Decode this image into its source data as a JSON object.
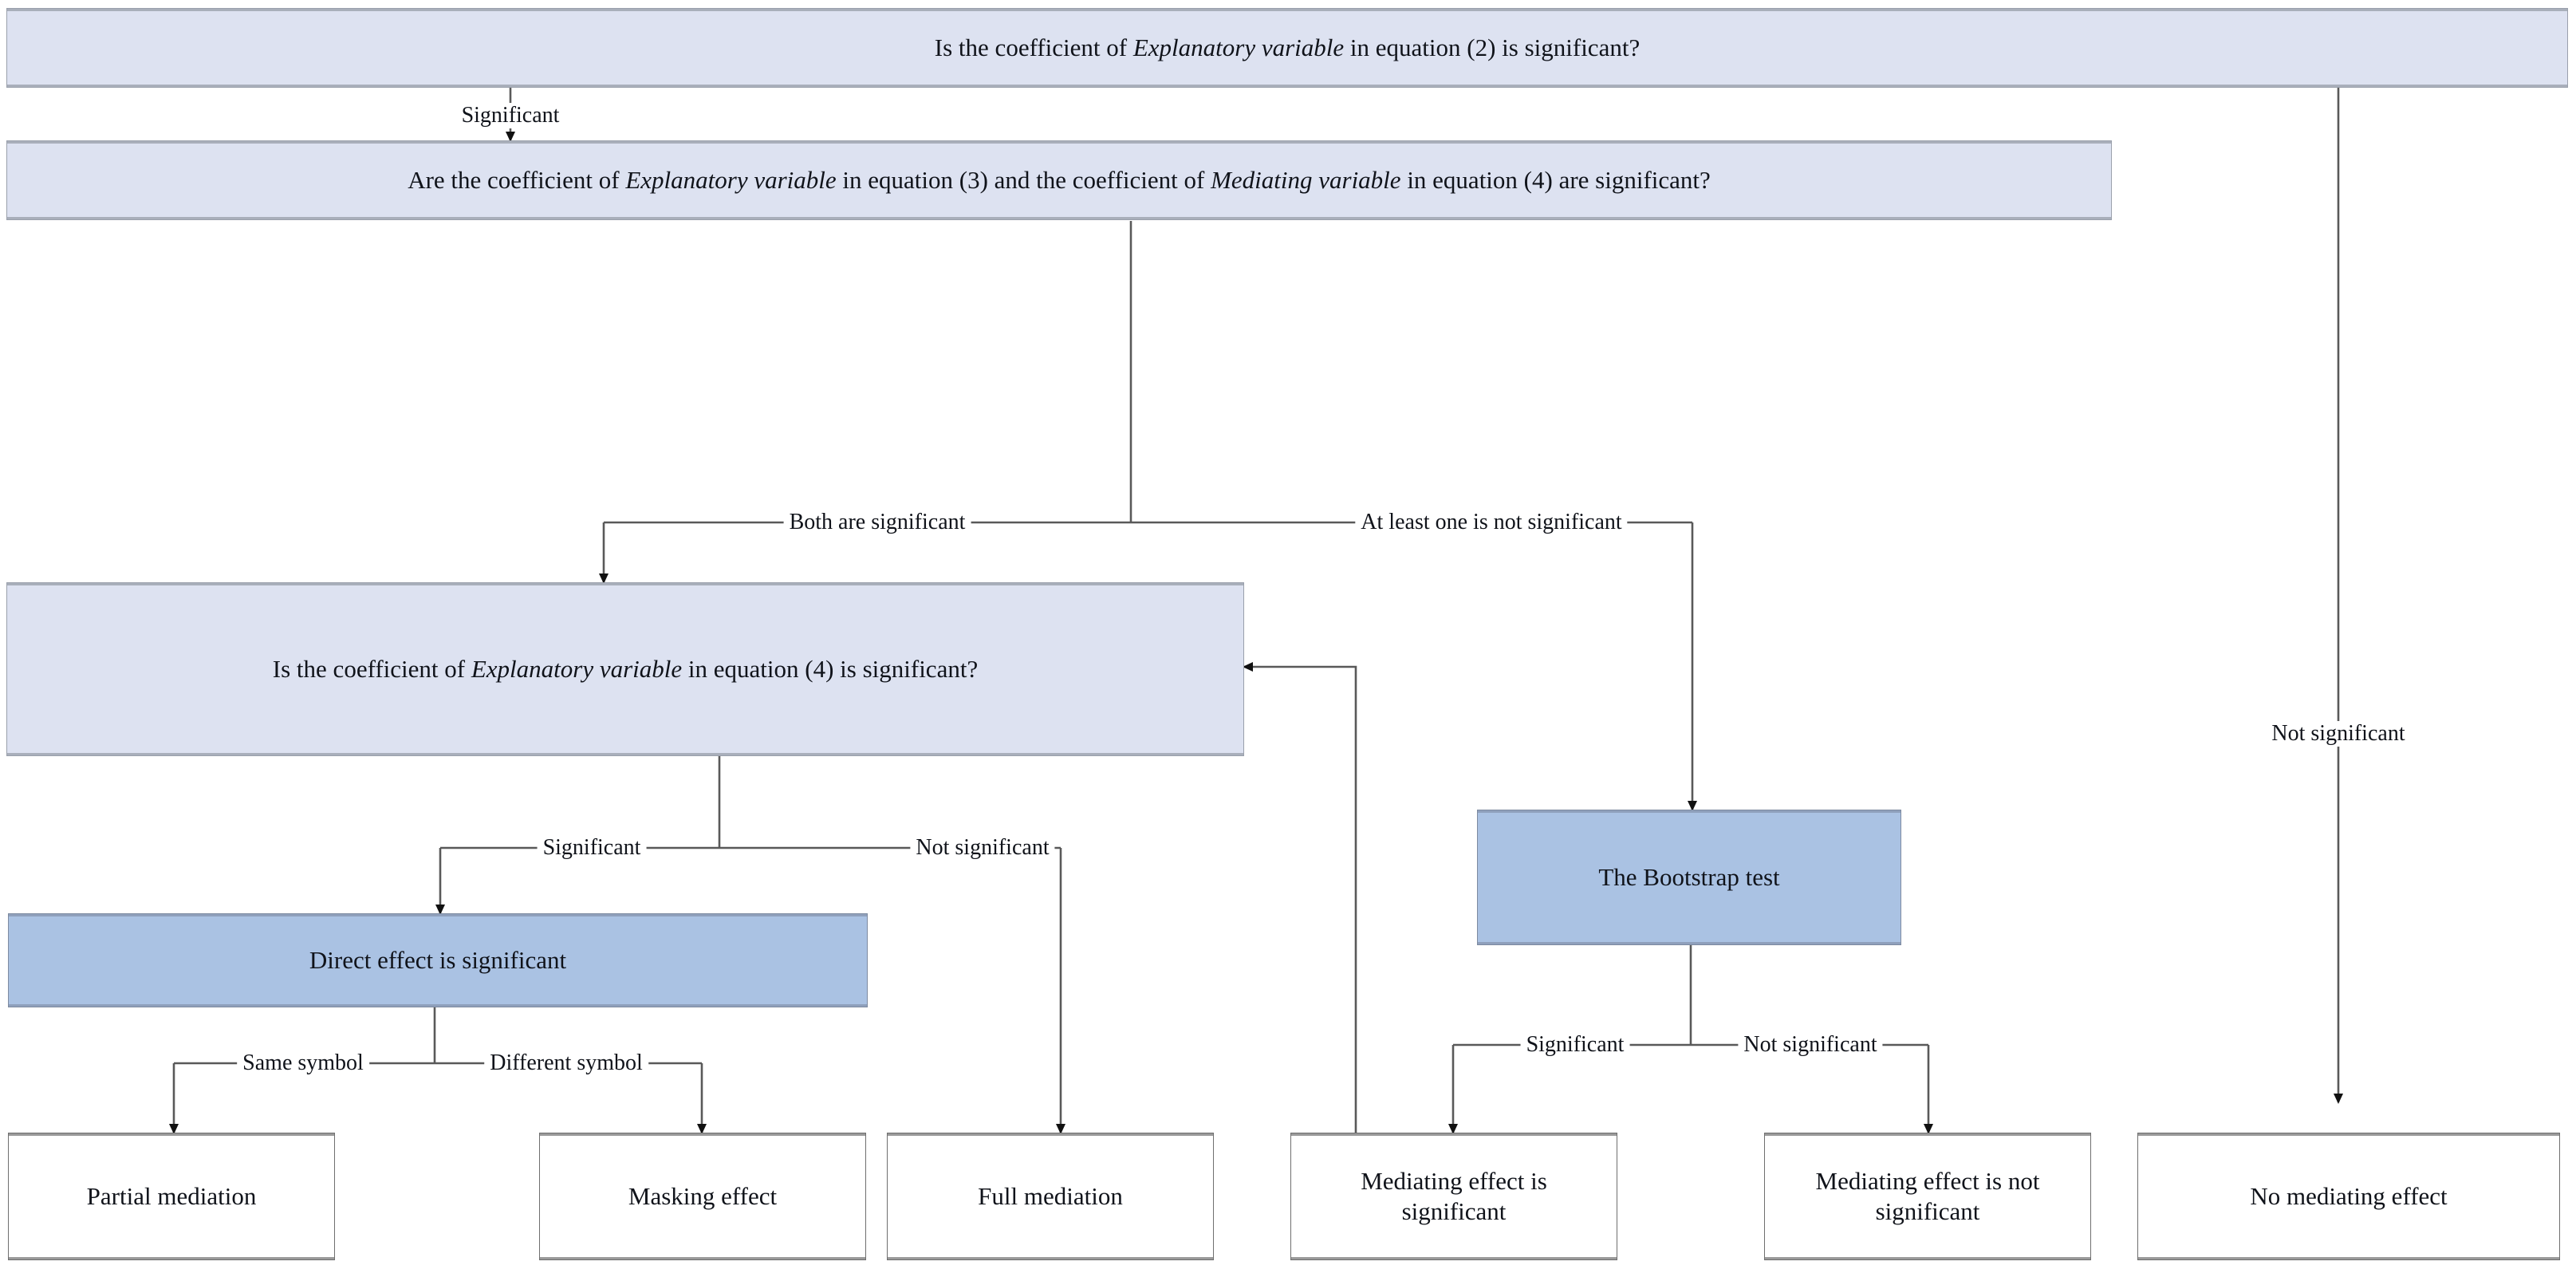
{
  "diagram": {
    "title": "Mediation effect testing procedure flowchart",
    "colors": {
      "decision_fill": "#dde2f1",
      "process_fill": "#aac2e3",
      "terminal_fill": "#ffffff",
      "line": "#595959",
      "text": "#10131a"
    },
    "nodes": [
      {
        "id": "q1",
        "kind": "decision",
        "text_parts": [
          {
            "t": "Is the coefficient of ",
            "italic": false
          },
          {
            "t": "Explanatory variable",
            "italic": true
          },
          {
            "t": " in equation (2)  is significant?",
            "italic": false
          }
        ],
        "plain": "Is the coefficient of Explanatory variable in equation (2)  is significant?"
      },
      {
        "id": "q2",
        "kind": "decision",
        "text_parts": [
          {
            "t": "Are the coefficient of ",
            "italic": false
          },
          {
            "t": "Explanatory variable",
            "italic": true
          },
          {
            "t": " in equation (3) and the coefficient  of ",
            "italic": false
          },
          {
            "t": "Mediating variable",
            "italic": true
          },
          {
            "t": " in equation (4) are significant?",
            "italic": false
          }
        ],
        "plain": "Are the coefficient of Explanatory variable in equation (3) and the coefficient  of Mediating variable in equation (4) are significant?"
      },
      {
        "id": "q3",
        "kind": "decision",
        "text_parts": [
          {
            "t": "Is the coefficient of ",
            "italic": false
          },
          {
            "t": "Explanatory variable",
            "italic": true
          },
          {
            "t": " in equation (4)  is significant?",
            "italic": false
          }
        ],
        "plain": "Is the coefficient of Explanatory variable in equation (4)  is significant?"
      },
      {
        "id": "direct",
        "kind": "process",
        "text_parts": [
          {
            "t": "Direct effect is significant",
            "italic": false
          }
        ],
        "plain": "Direct effect is significant"
      },
      {
        "id": "bootstrap",
        "kind": "process",
        "text_parts": [
          {
            "t": "The Bootstrap  test",
            "italic": false
          }
        ],
        "plain": "The Bootstrap  test"
      },
      {
        "id": "partial",
        "kind": "terminal",
        "text_parts": [
          {
            "t": "Partial mediation",
            "italic": false
          }
        ],
        "plain": "Partial mediation"
      },
      {
        "id": "masking",
        "kind": "terminal",
        "text_parts": [
          {
            "t": "Masking effect",
            "italic": false
          }
        ],
        "plain": "Masking effect"
      },
      {
        "id": "full",
        "kind": "terminal",
        "text_parts": [
          {
            "t": "Full mediation",
            "italic": false
          }
        ],
        "plain": "Full mediation"
      },
      {
        "id": "med_sig",
        "kind": "terminal",
        "text_parts": [
          {
            "t": "Mediating effect is significant",
            "italic": false
          }
        ],
        "plain": "Mediating effect is significant"
      },
      {
        "id": "med_notsig",
        "kind": "terminal",
        "text_parts": [
          {
            "t": "Mediating effect is not significant",
            "italic": false
          }
        ],
        "plain": "Mediating effect is not significant"
      },
      {
        "id": "no_med",
        "kind": "terminal",
        "text_parts": [
          {
            "t": "No mediating effect",
            "italic": false
          }
        ],
        "plain": "No mediating effect"
      }
    ],
    "edge_labels": [
      {
        "id": "e1",
        "text": "Significant"
      },
      {
        "id": "e2",
        "text": "Not significant"
      },
      {
        "id": "e3",
        "text": "Both are significant"
      },
      {
        "id": "e4",
        "text": "At least one is not significant"
      },
      {
        "id": "e5",
        "text": "Significant"
      },
      {
        "id": "e6",
        "text": "Not significant"
      },
      {
        "id": "e7",
        "text": "Same symbol"
      },
      {
        "id": "e8",
        "text": "Different symbol"
      },
      {
        "id": "e9",
        "text": "Significant"
      },
      {
        "id": "e10",
        "text": "Not significant"
      }
    ]
  }
}
